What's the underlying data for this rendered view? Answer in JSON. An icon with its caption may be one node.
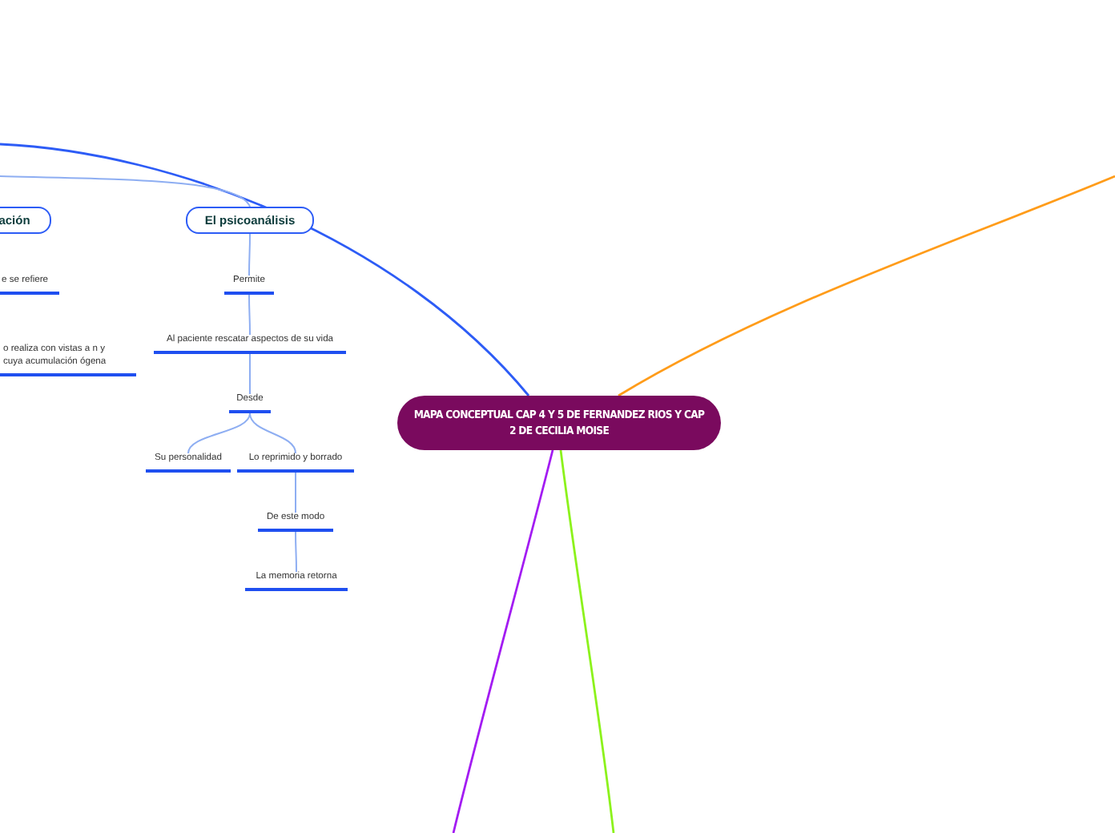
{
  "diagram": {
    "nodes": [
      {
        "text": [
          "MAPA CONCEPTUAL CAP 4 Y 5 DE FERNANDEZ RIOS Y CAP 2 DE CECILIA MOISE"
        ]
      },
      {
        "text": [
          "ación"
        ]
      },
      {
        "text": [
          "e se refiere"
        ]
      },
      {
        "text": [
          "o realiza con vistas a n y cuya  acumulación ógena"
        ]
      },
      {
        "text": [
          "El psicoanálisis"
        ]
      },
      {
        "text": [
          "Permite"
        ]
      },
      {
        "text": [
          "Al paciente rescatar aspectos de su vida"
        ]
      },
      {
        "text": [
          "Desde"
        ]
      },
      {
        "text": [
          "Su personalidad"
        ]
      },
      {
        "text": [
          "Lo reprimido y borrado"
        ]
      },
      {
        "text": [
          "De este modo"
        ]
      },
      {
        "text": [
          "La memoria retorna"
        ]
      }
    ],
    "edges": [
      {
        "from": 0,
        "to": null,
        "arrow": "none",
        "color": "#2d5cf6"
      },
      {
        "from": 0,
        "to": null,
        "arrow": "none",
        "color": "#ff9c1a"
      },
      {
        "from": 0,
        "to": null,
        "arrow": "none",
        "color": "#a31cf2"
      },
      {
        "from": 0,
        "to": null,
        "arrow": "none",
        "color": "#8cf21c"
      },
      {
        "from": null,
        "to": 4,
        "arrow": "none"
      },
      {
        "from": 4,
        "to": 5,
        "arrow": "none"
      },
      {
        "from": 5,
        "to": 6,
        "arrow": "none"
      },
      {
        "from": 6,
        "to": 7,
        "arrow": "none"
      },
      {
        "from": 7,
        "to": 8,
        "arrow": "none"
      },
      {
        "from": 7,
        "to": 9,
        "arrow": "none"
      },
      {
        "from": 9,
        "to": 10,
        "arrow": "none"
      },
      {
        "from": 10,
        "to": 11,
        "arrow": "none"
      }
    ]
  }
}
